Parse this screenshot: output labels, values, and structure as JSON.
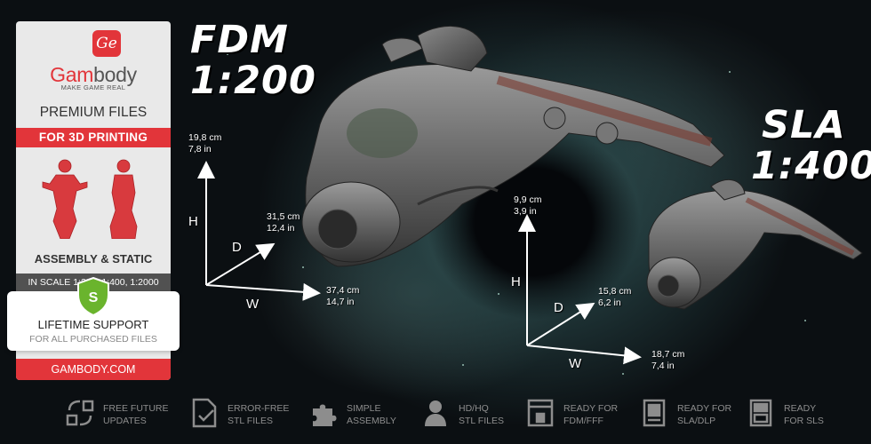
{
  "card": {
    "logo_badge": "Ge",
    "brand_part1": "Gam",
    "brand_part2": "body",
    "tagline": "MAKE GAME REAL",
    "premium": "PREMIUM FILES",
    "for_3d": "FOR 3D PRINTING",
    "assembly": "ASSEMBLY & STATIC",
    "scales": "IN SCALE 1:200, 1:400, 1:2000",
    "shield_letter": "S",
    "lifetime": "LIFETIME SUPPORT",
    "all_files": "FOR ALL PURCHASED FILES",
    "site": "GAMBODY.COM"
  },
  "fdm": {
    "title_line1": "FDM",
    "title_line2": "1:200",
    "height_cm": "19,8 cm",
    "height_in": "7,8 in",
    "depth_cm": "31,5 cm",
    "depth_in": "12,4 in",
    "width_cm": "37,4 cm",
    "width_in": "14,7 in",
    "h": "H",
    "d": "D",
    "w": "W"
  },
  "sla": {
    "title_line1": "SLA",
    "title_line2": "1:400",
    "height_cm": "9,9 cm",
    "height_in": "3,9 in",
    "depth_cm": "15,8 cm",
    "depth_in": "6,2 in",
    "width_cm": "18,7 cm",
    "width_in": "7,4 in",
    "h": "H",
    "d": "D",
    "w": "W"
  },
  "features": [
    {
      "icon": "update-arrows-icon",
      "line1": "FREE FUTURE",
      "line2": "UPDATES"
    },
    {
      "icon": "file-check-icon",
      "line1": "ERROR-FREE",
      "line2": "STL FILES"
    },
    {
      "icon": "puzzle-piece-icon",
      "line1": "SIMPLE",
      "line2": "ASSEMBLY"
    },
    {
      "icon": "bust-model-icon",
      "line1": "HD/HQ",
      "line2": "STL FILES"
    },
    {
      "icon": "fdm-printer-icon",
      "line1": "READY FOR",
      "line2": "FDM/FFF"
    },
    {
      "icon": "sla-printer-icon",
      "line1": "READY FOR",
      "line2": "SLA/DLP"
    },
    {
      "icon": "sls-printer-icon",
      "line1": "READY",
      "line2": "FOR SLS"
    }
  ],
  "colors": {
    "brand_red": "#e2353a",
    "shield_green": "#6ab42d",
    "card_bg": "#e9e9e9",
    "feature_text": "#8d8d8d"
  }
}
